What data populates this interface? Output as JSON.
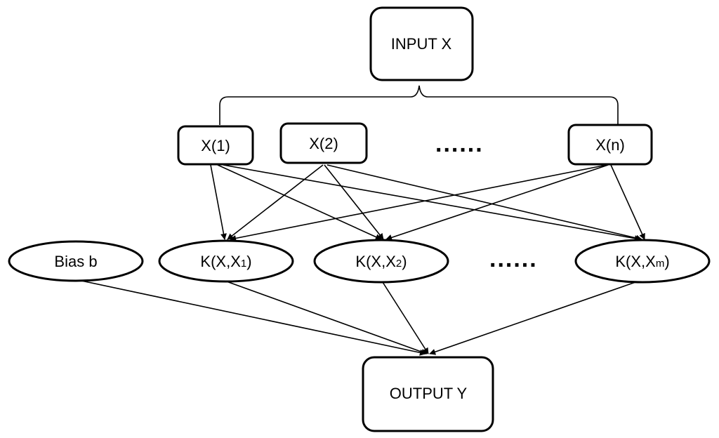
{
  "nodes": {
    "input": "INPUT X",
    "x1": "X(1)",
    "x2": "X(2)",
    "xn": "X(n)",
    "bias": "Bias b",
    "k_prefix": "K(X,X",
    "k1_sub": "1",
    "k2_sub": "2",
    "km_sub": "m",
    "k_suffix": ")",
    "output": "OUTPUT Y"
  },
  "ellipsis": "......"
}
